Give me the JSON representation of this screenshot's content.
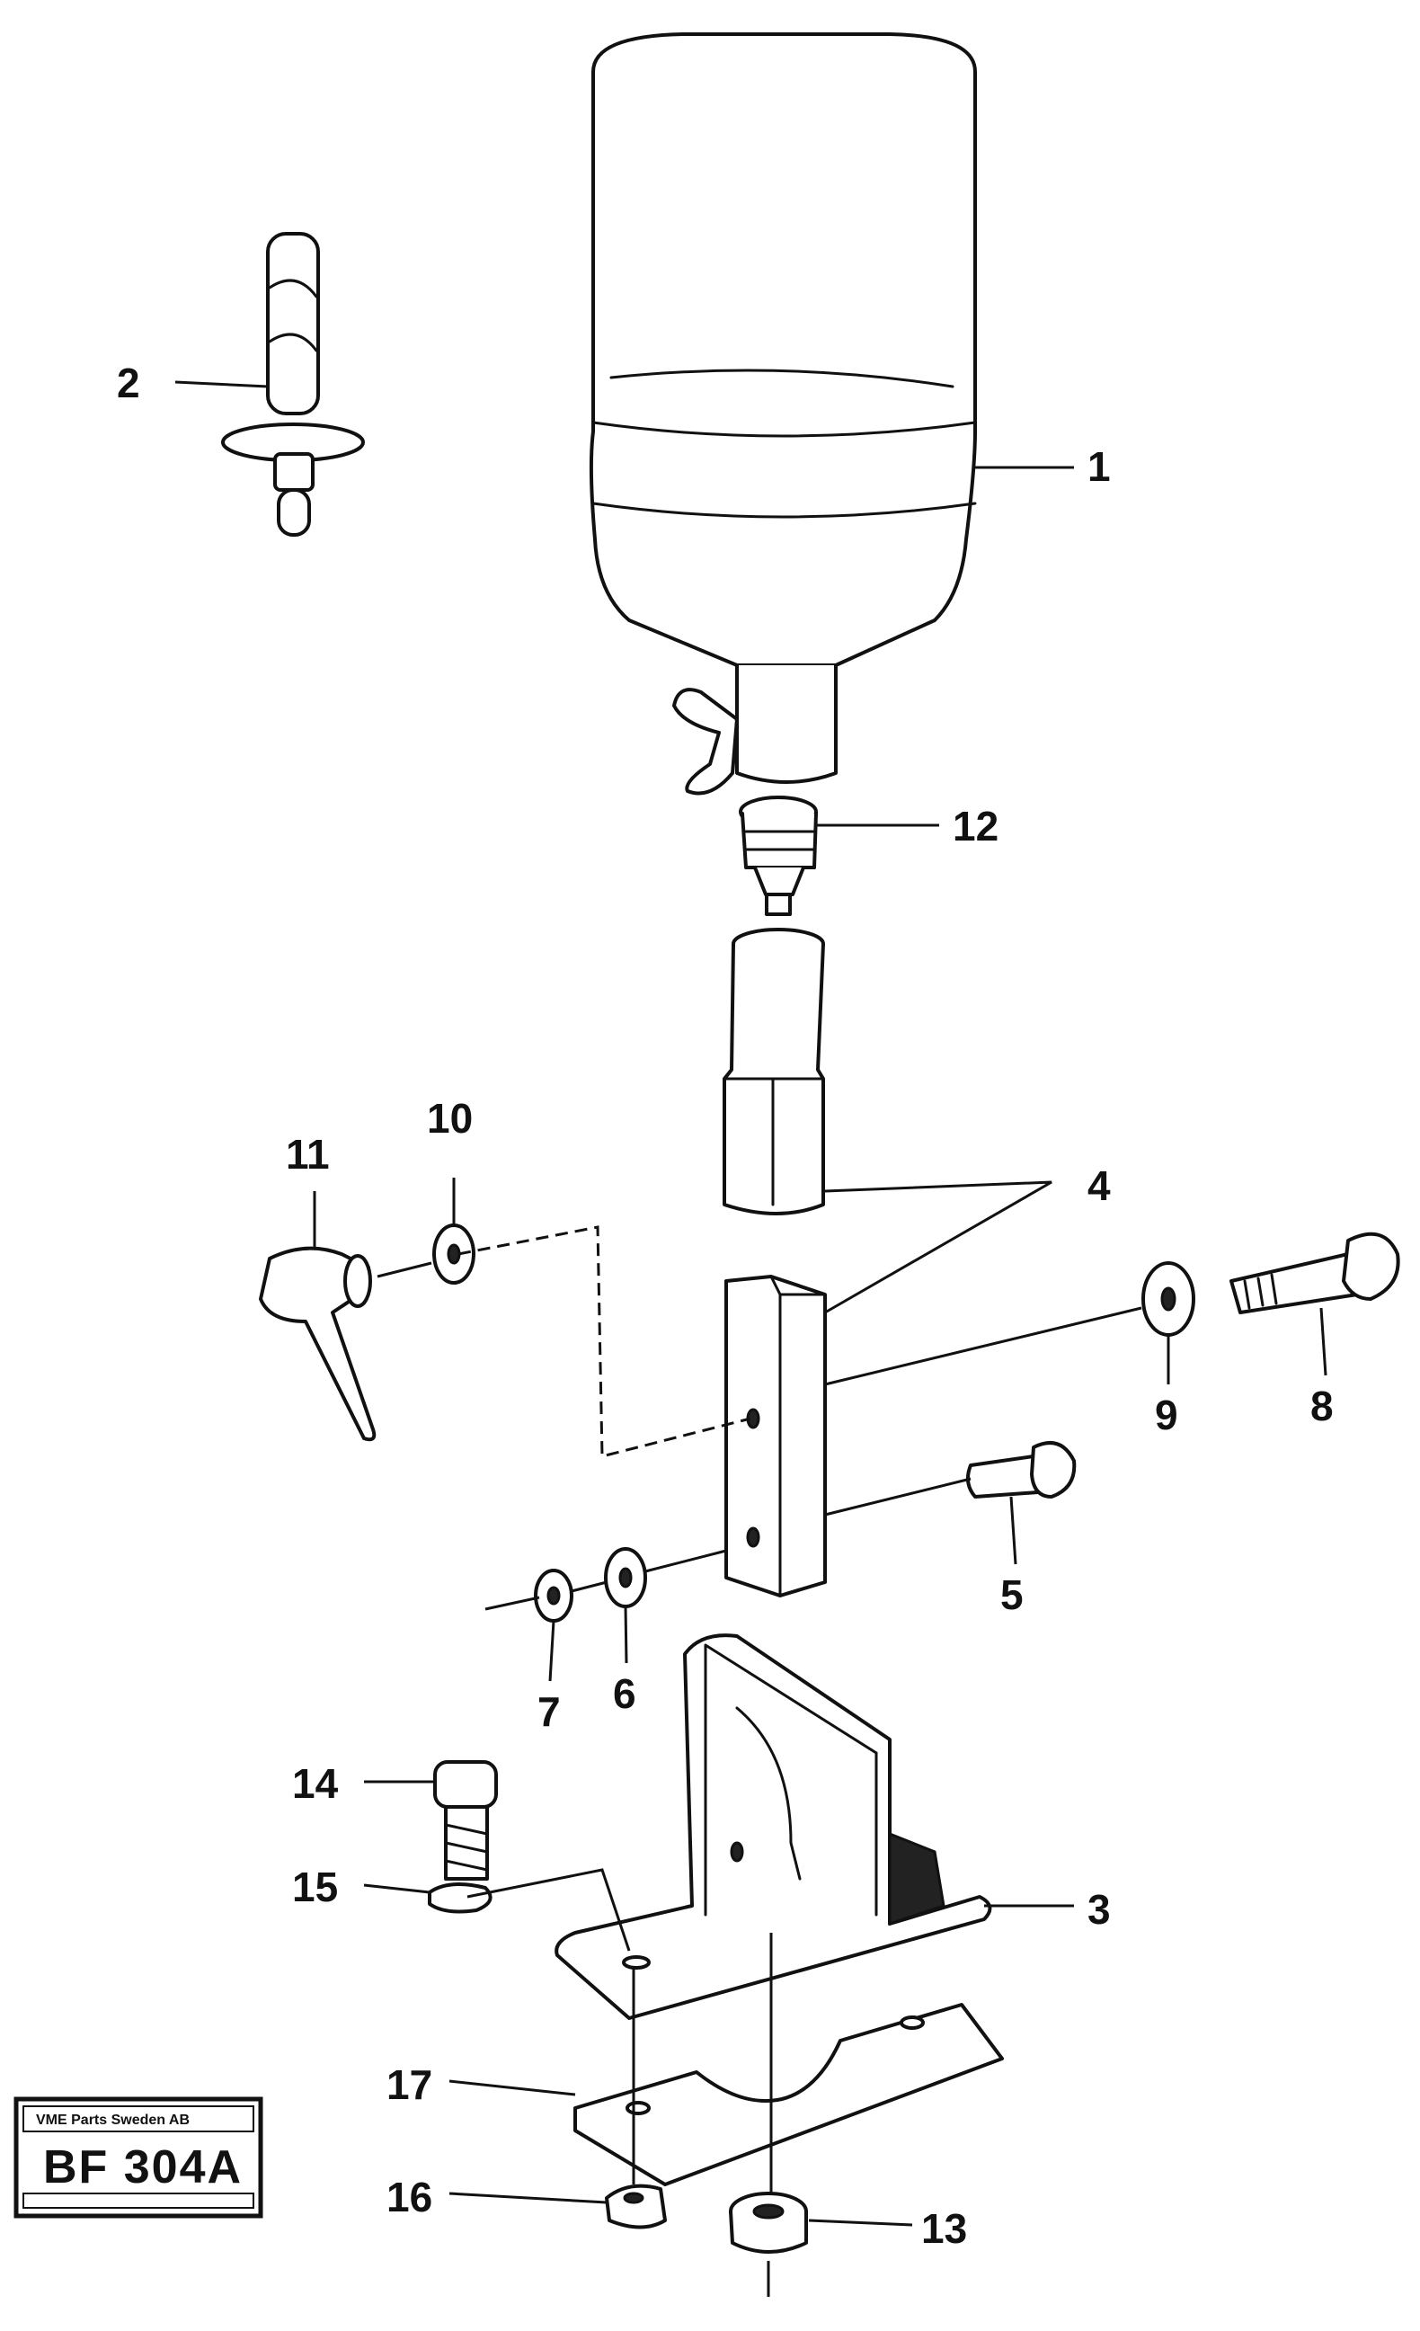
{
  "callouts": {
    "c1": "1",
    "c2": "2",
    "c3": "3",
    "c4": "4",
    "c5": "5",
    "c6": "6",
    "c7": "7",
    "c8": "8",
    "c9": "9",
    "c10": "10",
    "c11": "11",
    "c12": "12",
    "c13": "13",
    "c14": "14",
    "c15": "15",
    "c16": "16",
    "c17": "17"
  },
  "stamp": {
    "top_line": "VME Parts Sweden AB",
    "code": "BF 304A"
  }
}
